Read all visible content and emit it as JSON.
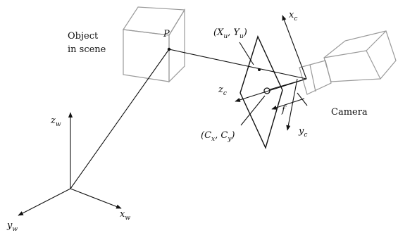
{
  "labels": {
    "object_line1": "Object",
    "object_line2": "in scene",
    "point": "P",
    "image_point": "(X",
    "image_point_sub1": "u",
    "image_point_mid": ", Y",
    "image_point_sub2": "u",
    "image_point_end": ")",
    "principal_point": "(C",
    "principal_point_sub1": "x",
    "principal_point_mid": ", C",
    "principal_point_sub2": "y",
    "principal_point_end": ")",
    "focal": "f",
    "camera": "Camera",
    "xc": "x",
    "xc_sub": "c",
    "yc": "y",
    "yc_sub": "c",
    "zc": "z",
    "zc_sub": "c",
    "zw": "z",
    "zw_sub": "w",
    "yw": "y",
    "yw_sub": "w",
    "xw": "x",
    "xw_sub": "w"
  },
  "colors": {
    "ink": "#111111",
    "gray": "#9a9a9a"
  }
}
